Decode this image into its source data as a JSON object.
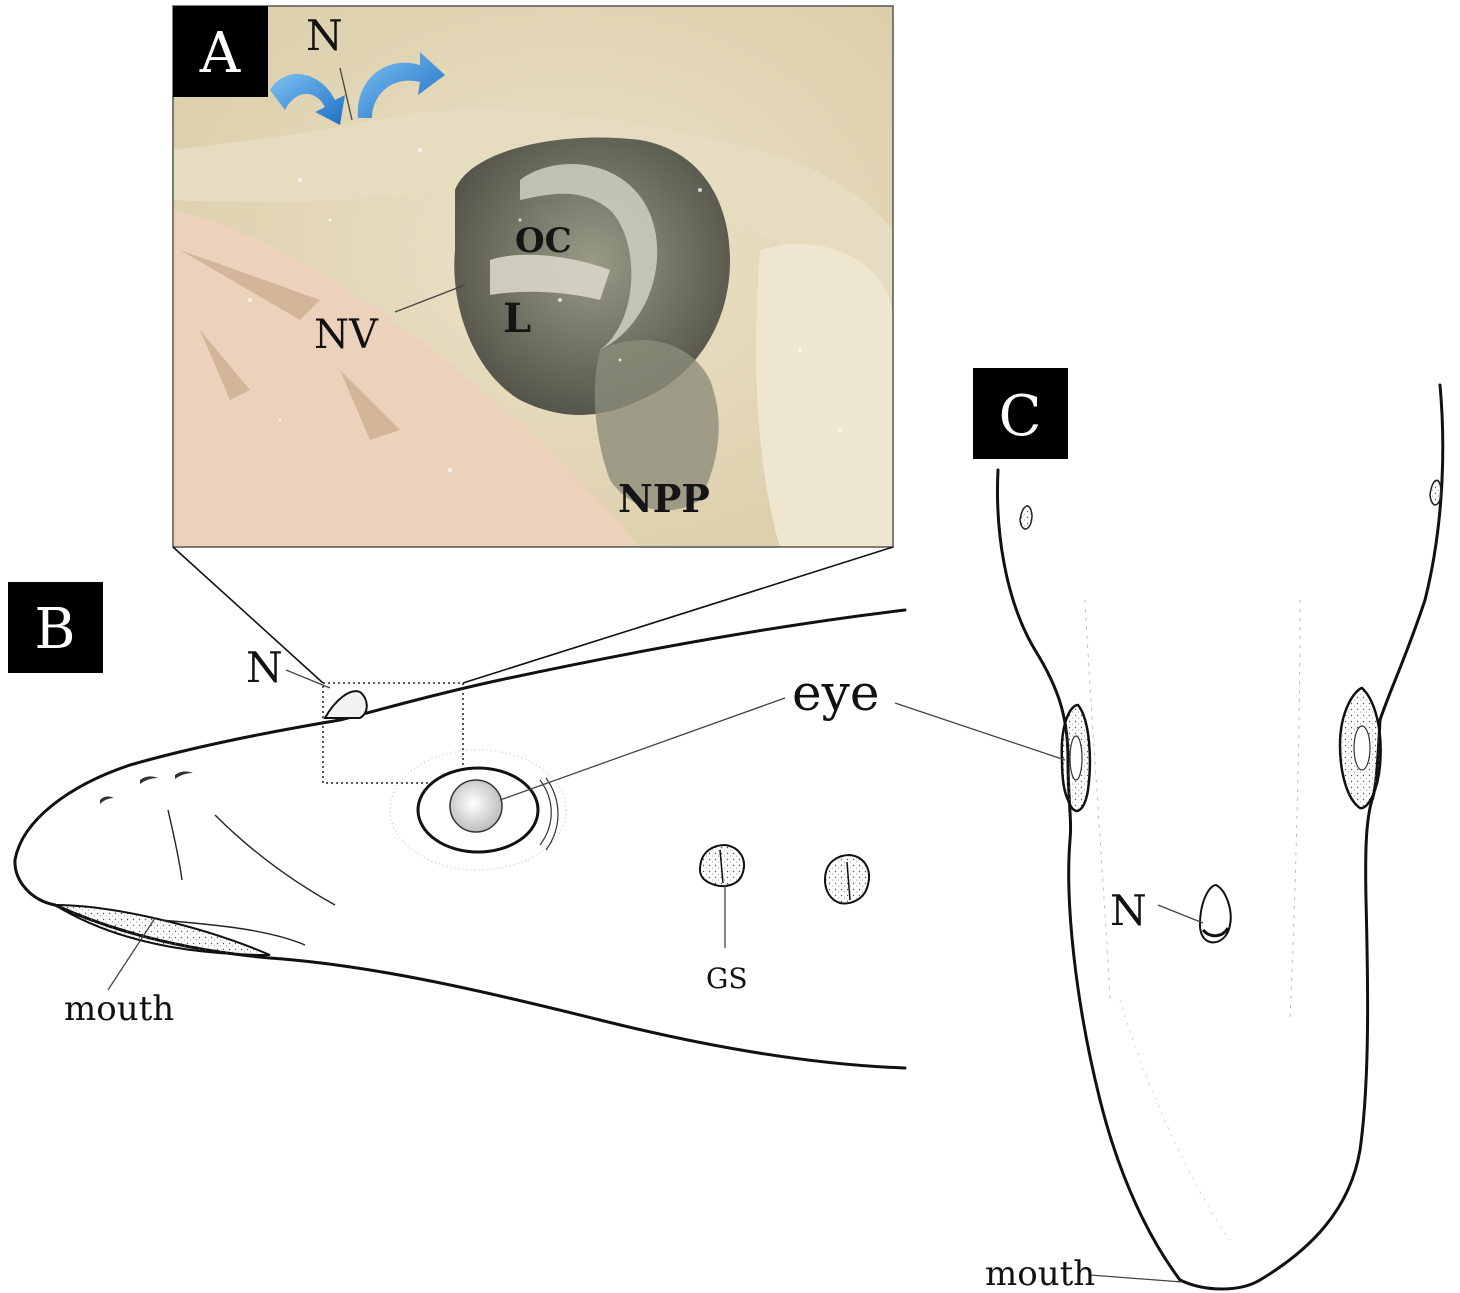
{
  "panels": {
    "a": {
      "badge": "A",
      "labels": {
        "n": "N",
        "oc": "OC",
        "l": "L",
        "nv": "NV",
        "npp": "NPP"
      }
    },
    "b": {
      "badge": "B",
      "labels": {
        "n": "N",
        "eye": "eye",
        "gs": "GS",
        "mouth": "mouth"
      }
    },
    "c": {
      "badge": "C",
      "labels": {
        "n": "N",
        "mouth": "mouth"
      }
    }
  },
  "colors": {
    "photo_bg": "#e8dcc0",
    "tissue": "#efe3c6",
    "cavity": "#6e6e5e",
    "flesh_pink": "#e9c7b2",
    "arrow_blue": "#3a8fd8",
    "badge_bg": "#000000",
    "ink": "#111111"
  }
}
